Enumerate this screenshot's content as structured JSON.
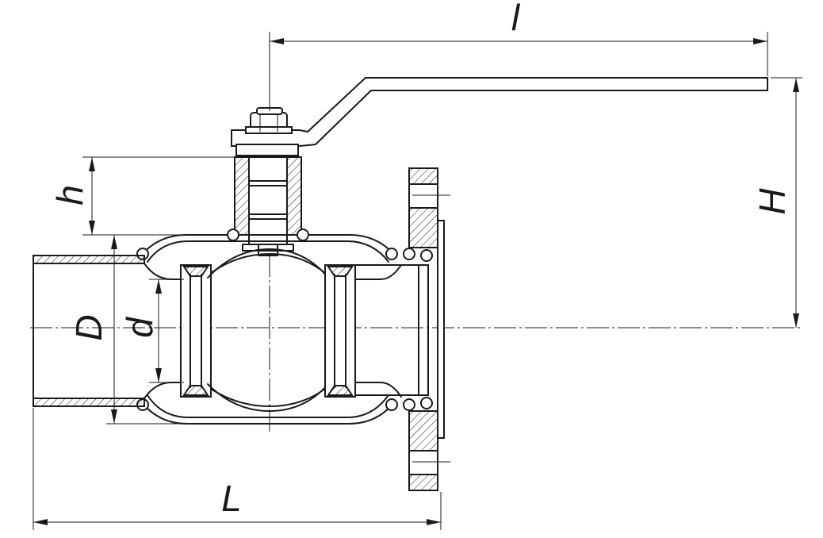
{
  "labels": {
    "l": "l",
    "H": "H",
    "h": "h",
    "D": "D",
    "d": "d",
    "L": "L"
  }
}
